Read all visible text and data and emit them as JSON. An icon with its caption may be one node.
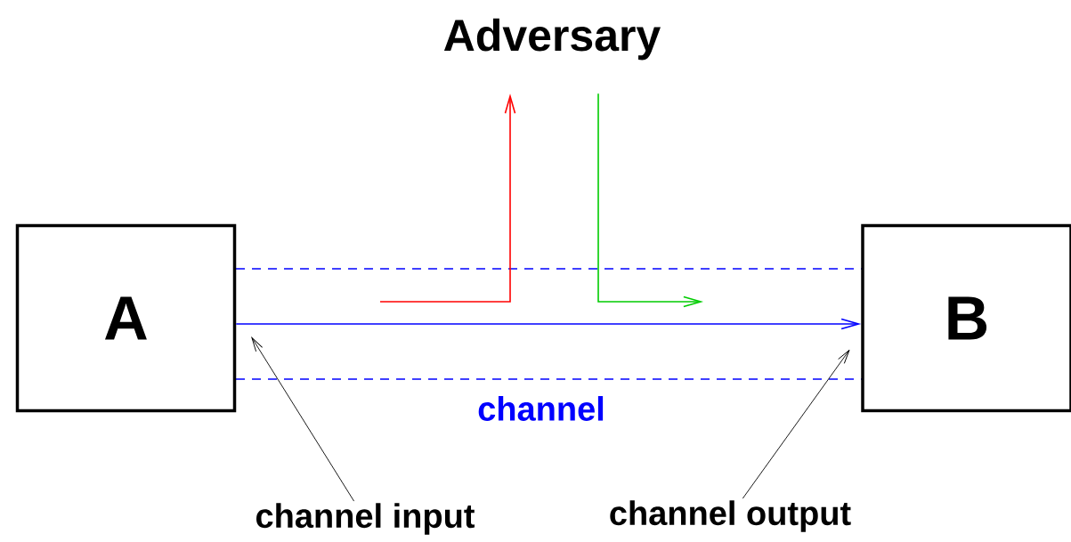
{
  "diagram": {
    "nodes": [
      {
        "text": [
          "A"
        ]
      },
      {
        "text": [
          "B"
        ]
      },
      {
        "text": [
          "Adversary"
        ]
      },
      {
        "text": [
          "channel input"
        ]
      },
      {
        "text": [
          "channel output"
        ]
      }
    ],
    "edges": [
      {
        "from": 0,
        "to": 1,
        "arrow": "to",
        "color": "#0000ff"
      },
      {
        "from": null,
        "to": 2,
        "arrow": "to",
        "color": "#ff0000"
      },
      {
        "from": 2,
        "to": null,
        "arrow": "to",
        "color": "#00cc00"
      },
      {
        "from": 3,
        "to": null,
        "arrow": "to"
      },
      {
        "from": 4,
        "to": null,
        "arrow": "to"
      }
    ],
    "labels": [
      "channel"
    ]
  }
}
